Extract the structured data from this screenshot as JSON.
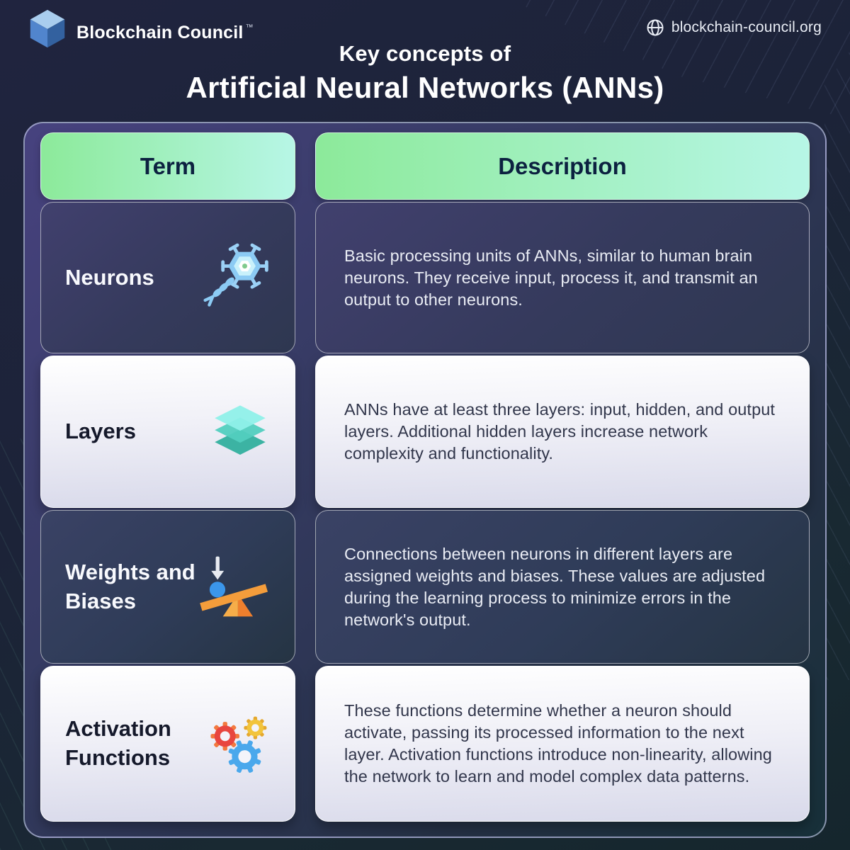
{
  "brand": {
    "name": "Blockchain Council",
    "trademark": "™",
    "website": "blockchain-council.org"
  },
  "title": {
    "line1": "Key concepts of",
    "line2": "Artificial Neural Networks (ANNs)"
  },
  "table": {
    "headers": {
      "term": "Term",
      "description": "Description"
    },
    "rows": [
      {
        "term": "Neurons",
        "icon": "neuron-icon",
        "theme": "dark",
        "description": "Basic processing units of ANNs, similar to human brain neurons. They receive input, process it, and transmit an output to other neurons."
      },
      {
        "term": "Layers",
        "icon": "layers-icon",
        "theme": "light",
        "description": "ANNs have at least three layers: input, hidden, and output layers. Additional hidden layers increase network complexity and functionality."
      },
      {
        "term": "Weights and Biases",
        "icon": "seesaw-icon",
        "theme": "dark",
        "description": "Connections between neurons in different layers are assigned weights and biases. These values are adjusted during the learning process to minimize errors in the network's output."
      },
      {
        "term": "Activation Functions",
        "icon": "gears-icon",
        "theme": "light",
        "description": "These functions determine whether a neuron should activate, passing its processed information to the next layer. Activation functions introduce non-linearity, allowing the network to learn and model complex data patterns."
      }
    ]
  },
  "colors": {
    "header_gradient_start": "#8cea9a",
    "header_gradient_end": "#b7f6e6",
    "header_text": "#0c2140",
    "background_top": "#20243f",
    "background_bottom": "#15262d",
    "dark_card": "#3a4163",
    "light_card": "#e9e9f4",
    "accent_blue": "#3b96ea",
    "accent_orange": "#f49d3b",
    "accent_teal": "#52cfbf",
    "logo_blue": "#5185cd"
  }
}
